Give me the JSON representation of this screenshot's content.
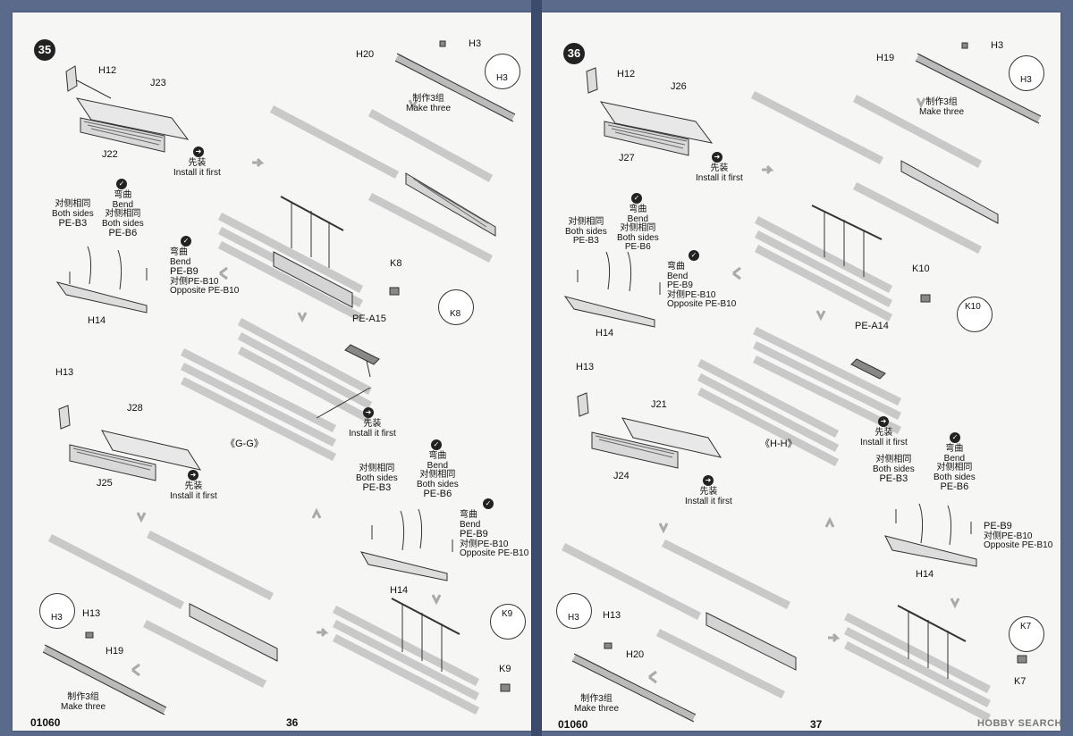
{
  "book": {
    "code": "01060"
  },
  "watermark": "HOBBY SEARCH",
  "icons": {
    "bend": "check-icon",
    "install_first": "arrow-right-circle-icon"
  },
  "pages": {
    "left": {
      "step_number": "35",
      "page_number": "36",
      "section_label": "《G-G》",
      "labels": {
        "h12": "H12",
        "j23": "J23",
        "j22": "J22",
        "h20": "H20",
        "h3_top": "H3",
        "h3_bubble_top": "H3",
        "make_three_cn_top": "制作3组",
        "make_three_en_top": "Make three",
        "install_cn_1": "先装",
        "install_en_1": "Install it first",
        "both_cn_1": "对侧相同",
        "both_en_1": "Both sides",
        "pe_b3_1": "PE-B3",
        "bend_cn_1": "弯曲",
        "bend_en_1": "Bend",
        "both_cn_1b": "对侧相同",
        "both_en_1b": "Both sides",
        "pe_b6_1": "PE-B6",
        "bend_cn_2": "弯曲",
        "bend_en_2": "Bend",
        "pe_b9_1": "PE-B9",
        "opp_cn_1": "对侧PE-B10",
        "opp_en_1": "Opposite PE-B10",
        "h14_1": "H14",
        "k8": "K8",
        "k8_bubble": "K8",
        "pe_a15": "PE-A15",
        "install_cn_2": "先装",
        "install_en_2": "Install it first",
        "h13": "H13",
        "j28": "J28",
        "j25": "J25",
        "install_cn_3": "先装",
        "install_en_3": "Install it first",
        "both_cn_2": "对侧相同",
        "both_en_2": "Both sides",
        "pe_b3_2": "PE-B3",
        "bend_cn_3": "弯曲",
        "bend_en_3": "Bend",
        "both_cn_2b": "对侧相同",
        "both_en_2b": "Both sides",
        "pe_b6_2": "PE-B6",
        "bend_cn_4": "弯曲",
        "bend_en_4": "Bend",
        "pe_b9_2": "PE-B9",
        "opp_cn_2": "对侧PE-B10",
        "opp_en_2": "Opposite PE-B10",
        "h14_2": "H14",
        "h3_bubble_bottom": "H3",
        "h13_bottom": "H13",
        "h19": "H19",
        "make_three_cn_bottom": "制作3组",
        "make_three_en_bottom": "Make three",
        "k9_bubble": "K9",
        "k9": "K9"
      }
    },
    "right": {
      "step_number": "36",
      "page_number": "37",
      "section_label": "《H-H》",
      "labels": {
        "h12": "H12",
        "j26": "J26",
        "j27": "J27",
        "h19": "H19",
        "h3_top": "H3",
        "h3_bubble_top": "H3",
        "make_three_cn_top": "制作3组",
        "make_three_en_top": "Make three",
        "install_cn_1": "先装",
        "install_en_1": "Install it first",
        "both_cn_1": "对侧相同",
        "both_en_1": "Both sides",
        "pe_b3_1": "PE-B3",
        "bend_cn_1": "弯曲",
        "bend_en_1": "Bend",
        "both_cn_1b": "对侧相同",
        "both_en_1b": "Both sides",
        "pe_b6_1": "PE-B6",
        "bend_cn_2": "弯曲",
        "bend_en_2": "Bend",
        "pe_b9_1": "PE-B9",
        "opp_cn_1": "对侧PE-B10",
        "opp_en_1": "Opposite PE-B10",
        "h14_1": "H14",
        "k10": "K10",
        "k10_bubble": "K10",
        "pe_a14": "PE-A14",
        "install_cn_2": "先装",
        "install_en_2": "Install it first",
        "h13": "H13",
        "j21": "J21",
        "j24": "J24",
        "install_cn_3": "先装",
        "install_en_3": "Install it first",
        "both_cn_2": "对侧相同",
        "both_en_2": "Both sides",
        "pe_b3_2": "PE-B3",
        "bend_cn_3": "弯曲",
        "bend_en_3": "Bend",
        "both_cn_2b": "对侧相同",
        "both_en_2b": "Both sides",
        "pe_b6_2": "PE-B6",
        "pe_b9_2": "PE-B9",
        "opp_cn_2": "对侧PE-B10",
        "opp_en_2": "Opposite PE-B10",
        "h14_2": "H14",
        "h3_bubble_bottom": "H3",
        "h13_bottom": "H13",
        "h20": "H20",
        "make_three_cn_bottom": "制作3组",
        "make_three_en_bottom": "Make three",
        "k7_bubble": "K7",
        "k7": "K7"
      }
    }
  }
}
